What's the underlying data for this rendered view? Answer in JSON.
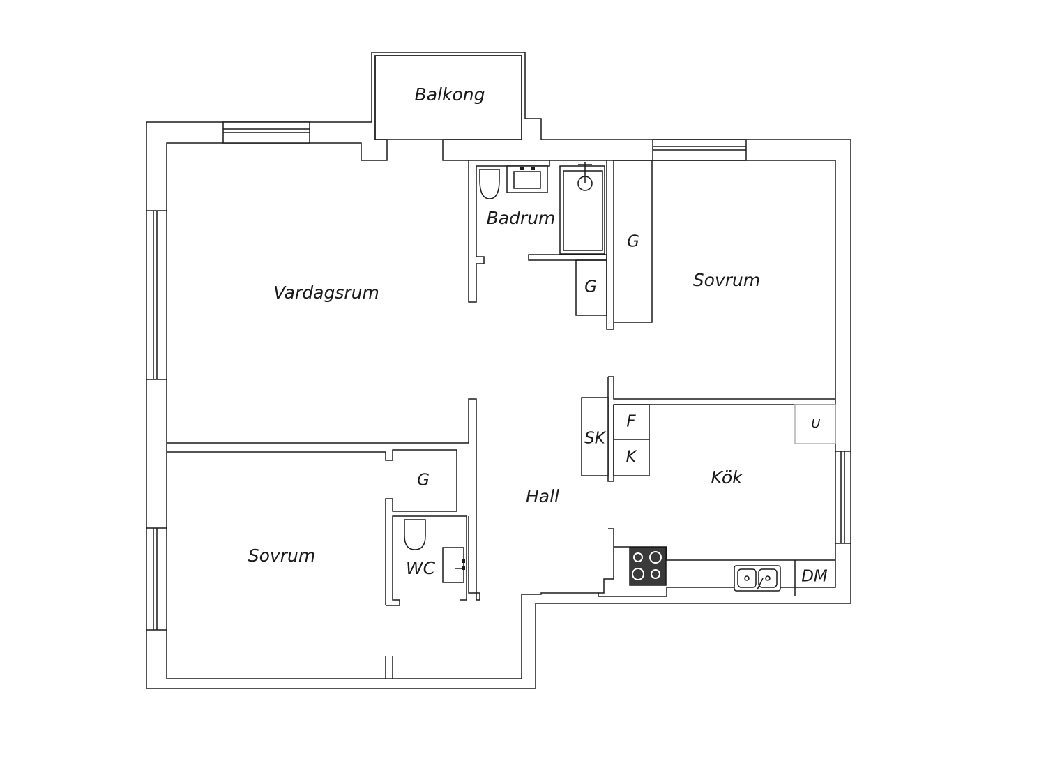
{
  "rooms": {
    "balkong": "Balkong",
    "vardagsrum": "Vardagsrum",
    "badrum": "Badrum",
    "sovrum_east": "Sovrum",
    "sovrum_southwest": "Sovrum",
    "hall": "Hall",
    "kok": "Kök",
    "wc": "WC"
  },
  "fixtures": {
    "closet_bath_east": "G",
    "closet_bath_south": "G",
    "closet_bedroom": "G",
    "storage_cabinet": "SK",
    "fridge": "F",
    "freezer": "K",
    "cabinet_u": "U",
    "dishwasher": "DM"
  }
}
